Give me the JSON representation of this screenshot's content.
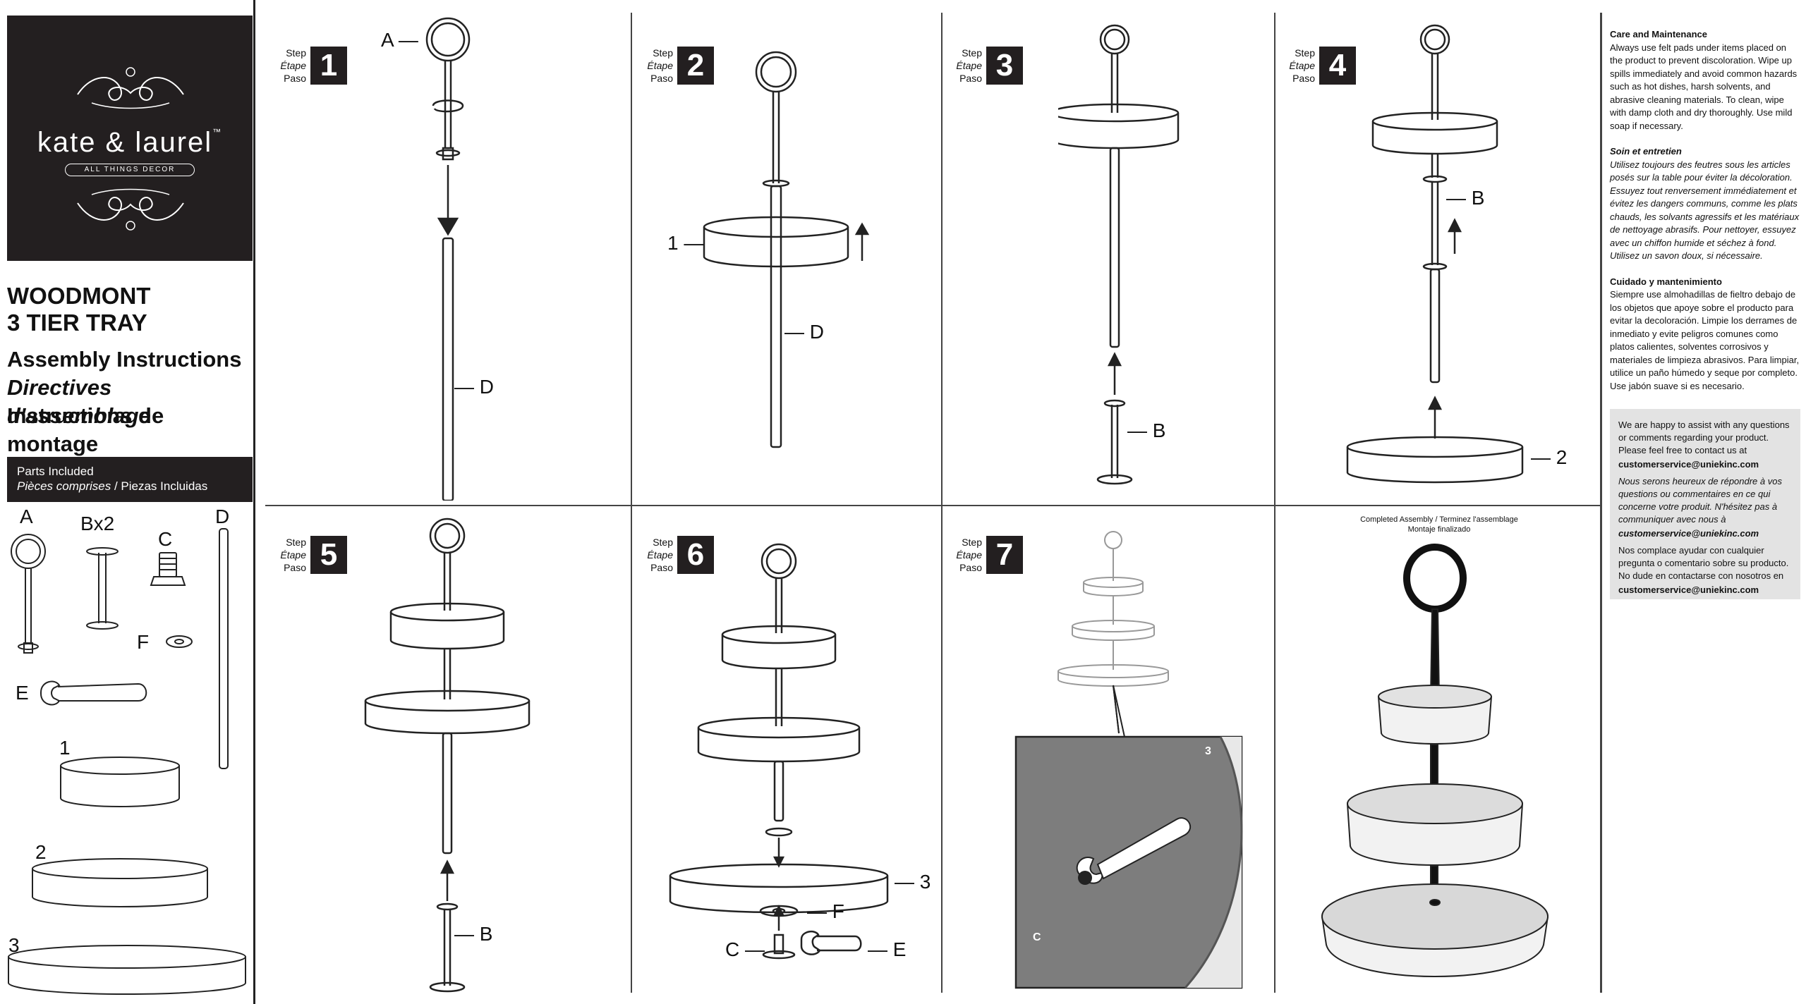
{
  "brand": {
    "name": "kate & laurel",
    "tm": "™",
    "tagline": "ALL THINGS DECOR"
  },
  "product": {
    "title_line1": "WOODMONT",
    "title_line2": "3 TIER TRAY"
  },
  "instructions": {
    "en": "Assembly Instructions",
    "fr": "Directives d'assemblage",
    "es": "Instructions de montage"
  },
  "parts_included": {
    "en": "Parts Included",
    "fr": "Pièces comprises",
    "es": "Piezas Incluidas",
    "sep": " / ",
    "labels": {
      "a": "A",
      "b": "Bx2",
      "c": "C",
      "d": "D",
      "e": "E",
      "f": "F",
      "t1": "1",
      "t2": "2",
      "t3": "3"
    }
  },
  "step_label": {
    "en": "Step",
    "fr": "Étape",
    "es": "Paso"
  },
  "steps": [
    {
      "number": "1",
      "callouts": {
        "a": "A —",
        "d": "— D"
      }
    },
    {
      "number": "2",
      "callouts": {
        "t1": "1 —",
        "d": "— D"
      }
    },
    {
      "number": "3",
      "callouts": {
        "b": "— B"
      }
    },
    {
      "number": "4",
      "callouts": {
        "b": "— B",
        "t2": "— 2"
      }
    },
    {
      "number": "5",
      "callouts": {
        "b": "— B"
      }
    },
    {
      "number": "6",
      "callouts": {
        "t3": "— 3",
        "f": "— F",
        "c": "C —",
        "e": "— E"
      }
    },
    {
      "number": "7",
      "callouts": {
        "t3": "3",
        "c": "C"
      }
    }
  ],
  "completed": {
    "line1": "Completed Assembly / Terminez l'assemblage",
    "line2": "Montaje finalizado"
  },
  "care": {
    "en_title": "Care and Maintenance",
    "en_text": "Always use felt pads under items placed on the product to prevent discoloration. Wipe up spills immediately and avoid common hazards such as hot dishes, harsh solvents, and abrasive cleaning materials. To clean, wipe with damp cloth and dry thoroughly. Use mild soap if necessary.",
    "fr_title": "Soin et entretien",
    "fr_text": "Utilisez toujours des feutres sous les articles posés sur la table pour éviter la décoloration. Essuyez tout renversement immédiatement et évitez les dangers communs, comme les plats chauds, les solvants agressifs et les matériaux de nettoyage abrasifs. Pour nettoyer, essuyez avec un chiffon humide et séchez à fond. Utilisez un savon doux, si nécessaire.",
    "es_title": "Cuidado y mantenimiento",
    "es_text": "Siempre use almohadillas de fieltro debajo de los objetos que apoye sobre el producto para evitar la decoloración. Limpie los derrames de inmediato y evite peligros comunes como platos calientes, solventes corrosivos y materiales de limpieza abrasivos. Para limpiar, utilice un paño húmedo y seque por completo. Use jabón suave si es necesario."
  },
  "contact": {
    "en_text": "We are happy to assist with any questions or comments regarding your product. Please feel free to contact us at",
    "fr_text": "Nous serons heureux de répondre à vos questions ou commentaires en ce qui concerne votre produit. N'hésitez pas à communiquer avec nous à",
    "es_text": "Nos complace ayudar con cualquier pregunta o comentario sobre su producto. No dude en contactarse con nosotros en",
    "email": "customerservice@uniekinc.com"
  },
  "colors": {
    "dark_block": "#231f20",
    "line": "#444444",
    "contact_bg": "#e3e3e3"
  }
}
